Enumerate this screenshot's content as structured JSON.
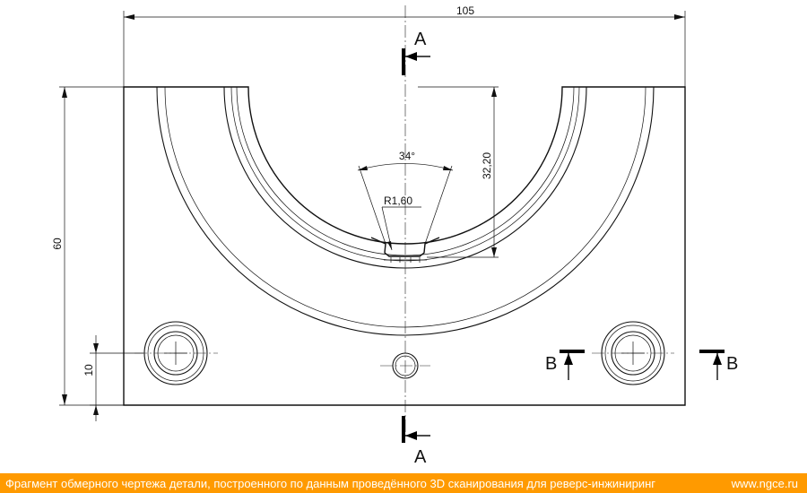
{
  "drawing": {
    "dimensions": {
      "overall_width": "105",
      "overall_height": "60",
      "hole_offset": "10",
      "depth": "32,20",
      "angle": "34°",
      "radius": "R1,60"
    },
    "section_labels": {
      "a_top": "A",
      "a_bottom": "A",
      "b_left": "B",
      "b_right": "B"
    }
  },
  "caption": {
    "text": "Фрагмент обмерного чертежа детали, построенного по данным проведённого 3D сканирования для реверс-инжиниринг",
    "site": "www.ngce.ru"
  },
  "colors": {
    "caption_background": "#ff9a00",
    "caption_text": "#ffffff",
    "lines": "#111111"
  }
}
